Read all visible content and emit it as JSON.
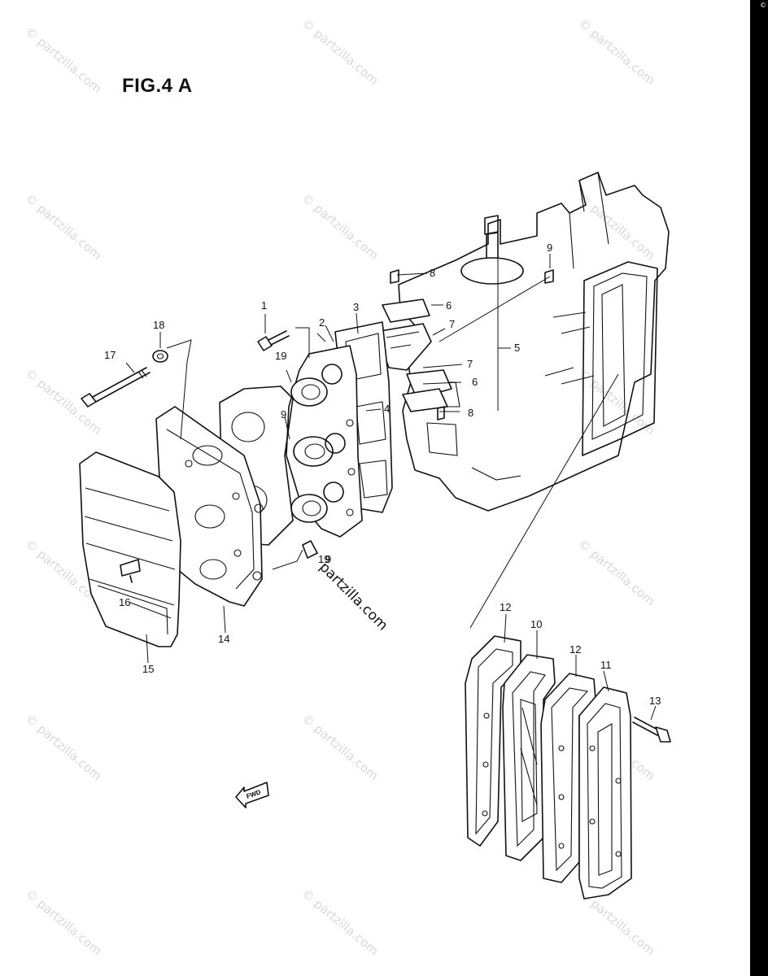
{
  "figure": {
    "title": "FIG.4 A"
  },
  "watermark": {
    "text": "© partzilla.com",
    "inline_text": "partzilla.com"
  },
  "edge_mark": "©",
  "icons": {
    "front_arrow": "fwd-arrow-icon",
    "front_arrow_label": "FWD"
  },
  "callouts": {
    "c1": "1",
    "c2": "2",
    "c3": "3",
    "c4": "4",
    "c5": "5",
    "c6a": "6",
    "c6b": "6",
    "c7a": "7",
    "c7b": "7",
    "c8a": "8",
    "c8b": "8",
    "c9a": "9",
    "c9b": "9",
    "c9c": "9",
    "c10": "10",
    "c11": "11",
    "c12a": "12",
    "c12b": "12",
    "c13": "13",
    "c14": "14",
    "c15": "15",
    "c16": "16",
    "c17": "17",
    "c18": "18",
    "c19a": "19",
    "c19b": "19"
  }
}
